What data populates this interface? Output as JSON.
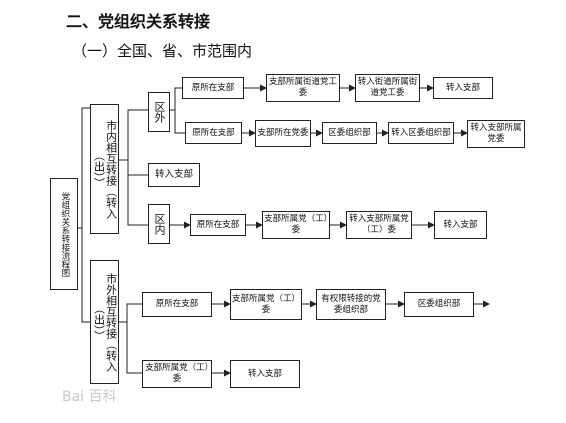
{
  "title": "二、党组织关系转接",
  "subtitle": "（一）全国、省、市范围内",
  "root": "党组织关系转接流程图",
  "branch_a": "市内相互转接（转入（出））",
  "branch_b": "市外相互转接（转入（出））",
  "qu_wai": "区外",
  "qu_nei": "区内",
  "zhuanru_zhibu_mid": "转入支部",
  "row1": [
    "原所在支部",
    "支部所属街道党工委",
    "转入街道所属街道党工委",
    "转入支部"
  ],
  "row2": [
    "原所在支部",
    "支部所在党委",
    "区委组织部",
    "转入区委组织部",
    "转入支部所属党委"
  ],
  "row3": [
    "原所在支部",
    "支部所属党（工）委",
    "转入支部所属党（工）委",
    "转入支部"
  ],
  "row4": [
    "原所在支部",
    "支部所属党（工）委",
    "有权限转接的党委组织部",
    "区委组织部"
  ],
  "row5": [
    "支部所属党（工）委",
    "转入支部"
  ],
  "watermark": "Bai 百科"
}
